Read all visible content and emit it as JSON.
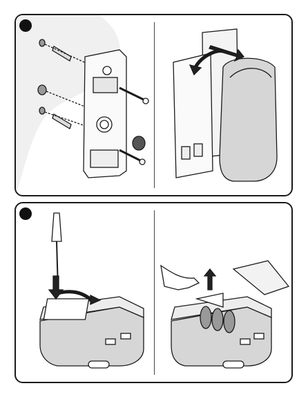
{
  "steps": [
    {
      "number": "",
      "scenes": [
        "wall-mount-bracket-install",
        "attach-housing"
      ]
    },
    {
      "number": "",
      "scenes": [
        "open-battery-cover",
        "insert-batteries"
      ]
    }
  ],
  "colors": {
    "stroke": "#1a1a1a",
    "grey_fill": "#d6d6d6",
    "light_grey": "#ececec",
    "badge": "#111111"
  }
}
